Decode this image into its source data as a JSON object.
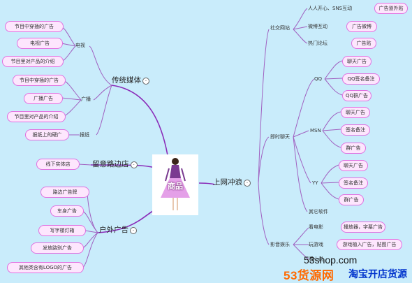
{
  "center": {
    "label": "商品"
  },
  "branches": {
    "traditional": {
      "label": "传统媒体",
      "collapse": "-"
    },
    "store": {
      "label": "留意路边店",
      "collapse": "-"
    },
    "outdoor": {
      "label": "户外广告",
      "collapse": "-"
    },
    "online": {
      "label": "上网冲浪",
      "collapse": "-"
    }
  },
  "traditional": {
    "tv": "电视",
    "radio": "广播",
    "newspaper": "报纸",
    "tv_items": [
      "节目中穿插的广告",
      "电视广告",
      "节目里对产品的介绍"
    ],
    "radio_items": [
      "节目中穿插的广告",
      "广播广告",
      "节目里对产品的介绍"
    ],
    "newspaper_item": "报纸上的硬广"
  },
  "store": {
    "item": "线下实体店"
  },
  "outdoor": {
    "items": [
      "路边广告牌",
      "车身广告",
      "写字楼灯箱",
      "发放路别广告",
      "其他类含有LOGO的广告"
    ]
  },
  "online": {
    "sns": "社交网站",
    "sns_items": [
      {
        "label": "人人开心、SNS互动",
        "leaf": "广告道外贴"
      },
      {
        "label": "微博互动",
        "leaf": "广告微博"
      },
      {
        "label": "热门论坛",
        "leaf": "广告贴"
      }
    ],
    "im": "即时聊天",
    "qq": "QQ",
    "qq_items": [
      "聊天广告",
      "QQ签名备注",
      "QQ群广告"
    ],
    "msn": "MSN",
    "msn_items": [
      "聊天广告",
      "签名备注",
      "群广告"
    ],
    "yy": "YY",
    "yy_items": [
      "聊天广告",
      "签名备注",
      "群广告"
    ],
    "other": "其它软件",
    "media": "影音娱乐",
    "media_items": [
      {
        "label": "看电影",
        "leaf": "播放器，字幕广告"
      },
      {
        "label": "玩游戏",
        "leaf": "游戏植入广告，贴图广告"
      },
      {
        "label": "看小说",
        "leaf": ""
      }
    ]
  },
  "watermark": {
    "url": "53shop.com",
    "brand": "53货源网",
    "slogan": "淘宝开店货源"
  },
  "colors": {
    "background": "#c9ecfb",
    "branch": "#8a2bb8",
    "leaf_border": "#e070e0",
    "leaf_fill": "#fde6fd"
  }
}
